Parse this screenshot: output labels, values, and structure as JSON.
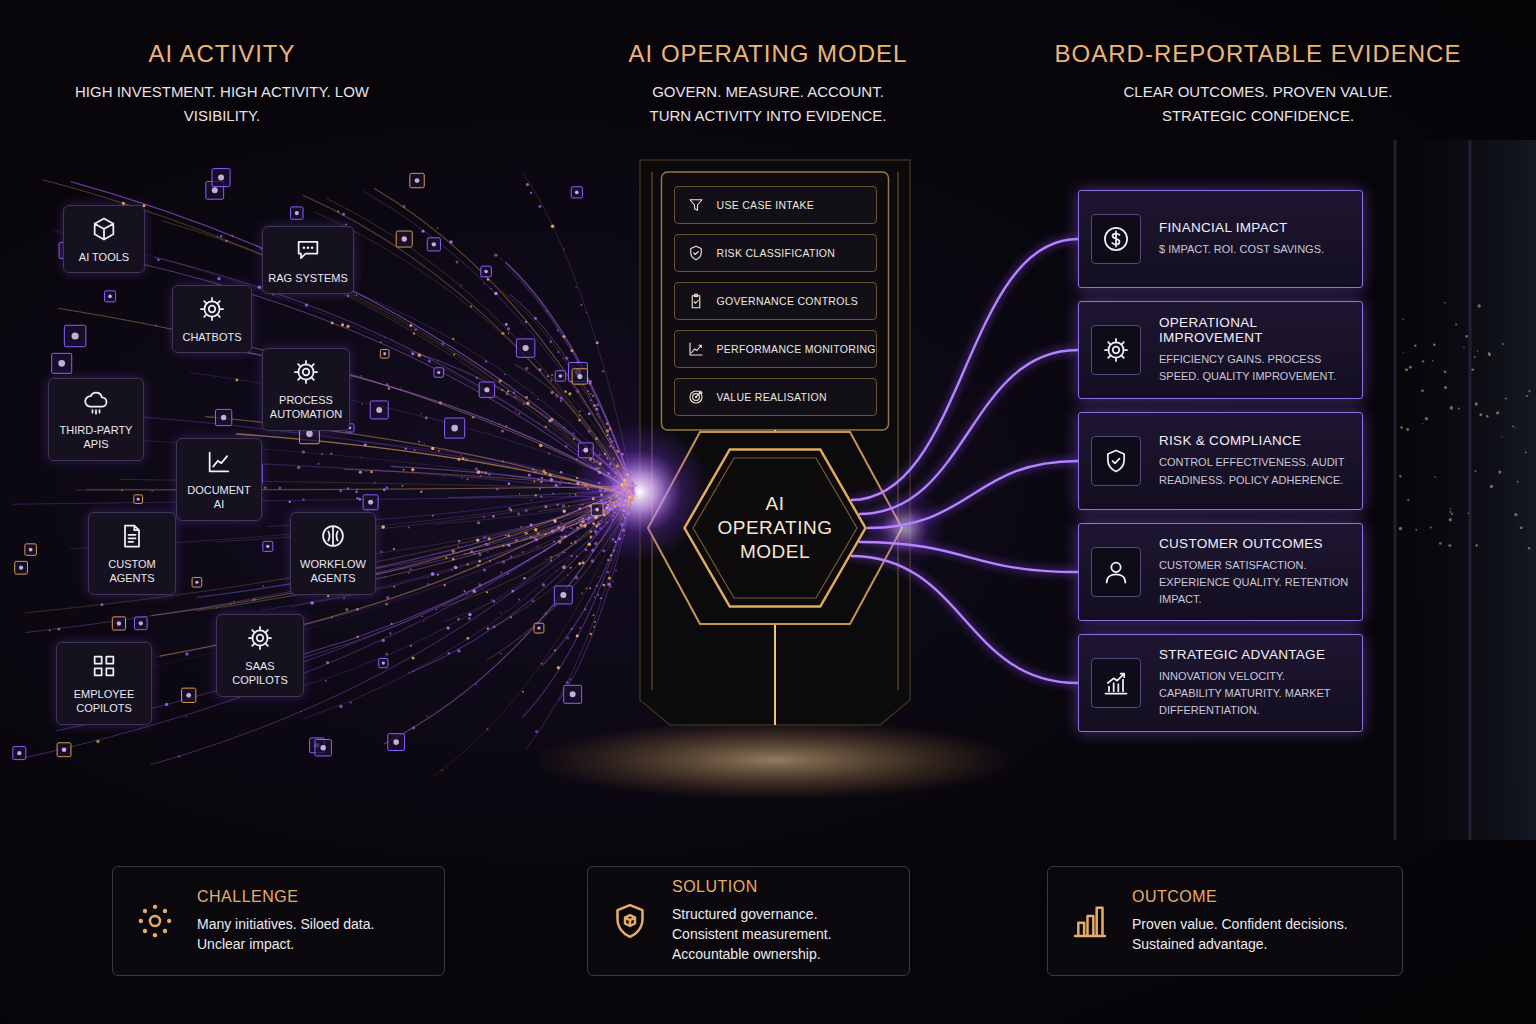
{
  "diagram": {
    "nodes": [
      {
        "text": [
          "AI TOOLS"
        ]
      },
      {
        "text": [
          "RAG SYSTEMS"
        ]
      },
      {
        "text": [
          "CHATBOTS"
        ]
      },
      {
        "text": [
          "PROCESS AUTOMATION"
        ]
      },
      {
        "text": [
          "THIRD-PARTY APIS"
        ]
      },
      {
        "text": [
          "DOCUMENT AI"
        ]
      },
      {
        "text": [
          "CUSTOM AGENTS"
        ]
      },
      {
        "text": [
          "WORKFLOW AGENTS"
        ]
      },
      {
        "text": [
          "SAAS COPILOTS"
        ]
      },
      {
        "text": [
          "EMPLOYEE COPILOTS"
        ]
      },
      {
        "text": [
          "USE CASE INTAKE"
        ]
      },
      {
        "text": [
          "RISK CLASSIFICATION"
        ]
      },
      {
        "text": [
          "GOVERNANCE CONTROLS"
        ]
      },
      {
        "text": [
          "PERFORMANCE MONITORING"
        ]
      },
      {
        "text": [
          "VALUE REALISATION"
        ]
      },
      {
        "text": [
          "AI OPERATING MODEL"
        ]
      },
      {
        "text": [
          "FINANCIAL IMPACT",
          "$ IMPACT. ROI. COST SAVINGS."
        ]
      },
      {
        "text": [
          "OPERATIONAL IMPROVEMENT",
          "EFFICIENCY GAINS. PROCESS SPEED. QUALITY IMPROVEMENT."
        ]
      },
      {
        "text": [
          "RISK & COMPLIANCE",
          "CONTROL EFFECTIVENESS. AUDIT READINESS. POLICY ADHERENCE."
        ]
      },
      {
        "text": [
          "CUSTOMER OUTCOMES",
          "CUSTOMER SATISFACTION. EXPERIENCE QUALITY. RETENTION IMPACT."
        ]
      },
      {
        "text": [
          "STRATEGIC ADVANTAGE",
          "INNOVATION VELOCITY. CAPABILITY MATURITY. MARKET DIFFERENTIATION."
        ]
      },
      {
        "text": [
          "CHALLENGE",
          "Many initiatives. Siloed data. Unclear impact."
        ]
      },
      {
        "text": [
          "SOLUTION",
          "Structured governance. Consistent measurement. Accountable ownership."
        ]
      },
      {
        "text": [
          "OUTCOME",
          "Proven value. Confident decisions. Sustained advantage."
        ]
      }
    ],
    "edges": [
      {
        "from": 15,
        "to": 16,
        "arrow": "none"
      },
      {
        "from": 15,
        "to": 17,
        "arrow": "none"
      },
      {
        "from": 15,
        "to": 18,
        "arrow": "none"
      },
      {
        "from": 15,
        "to": 19,
        "arrow": "none"
      },
      {
        "from": 15,
        "to": 20,
        "arrow": "none"
      }
    ],
    "labels": [
      "AI ACTIVITY",
      "HIGH INVESTMENT. HIGH ACTIVITY. LOW VISIBILITY.",
      "AI OPERATING MODEL",
      "GOVERN. MEASURE. ACCOUNT. TURN ACTIVITY INTO EVIDENCE.",
      "BOARD-REPORTABLE EVIDENCE",
      "CLEAR OUTCOMES. PROVEN VALUE. STRATEGIC CONFIDENCE."
    ]
  }
}
